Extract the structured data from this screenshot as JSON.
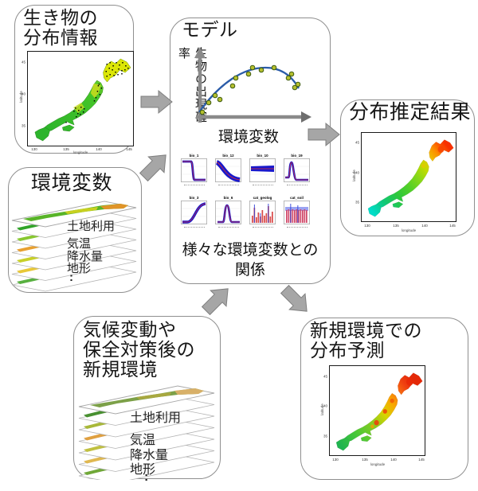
{
  "boxes": {
    "occurrence": {
      "title_line1": "生き物の",
      "title_line2": "分布情報"
    },
    "env": {
      "title": "環境変数",
      "layers": [
        "土地利用",
        "気温",
        "降水量",
        "地形",
        ":"
      ]
    },
    "model": {
      "title": "モデル",
      "plot": {
        "ylabel": "生物の出現確率",
        "xlabel": "環境変数"
      },
      "mini_plots": [
        {
          "title": "bio_1"
        },
        {
          "title": "bio_12"
        },
        {
          "title": "bio_10"
        },
        {
          "title": "bio_19"
        },
        {
          "title": "bio_3"
        },
        {
          "title": "bio_6"
        },
        {
          "title": "cat_geolog"
        },
        {
          "title": "cat_soil"
        }
      ],
      "caption_line1": "様々な環境変数との",
      "caption_line2": "関係"
    },
    "result": {
      "title": "分布推定結果"
    },
    "newenv": {
      "title_line1": "気候変動や",
      "title_line2": "保全対策後の",
      "title_line3": "新規環境",
      "layers": [
        "土地利用",
        "気温",
        "降水量",
        "地形",
        ":"
      ]
    },
    "prediction": {
      "title_line1": "新規環境での",
      "title_line2": "分布予測"
    }
  },
  "map_axes": {
    "ylabel": "latitude",
    "xlabel": "longitude",
    "x_ticks": [
      "130",
      "135",
      "140",
      "145"
    ],
    "y_ticks": [
      "45",
      "40",
      "35"
    ]
  },
  "colors": {
    "box_border": "#8f8f8f",
    "arrow_gray": "#a6a6a6",
    "curve_blue": "#2b5ca8",
    "scatter_dot": "#b5bf2e",
    "response_band_blue": "#1818cc",
    "response_line_red": "#e03030"
  }
}
